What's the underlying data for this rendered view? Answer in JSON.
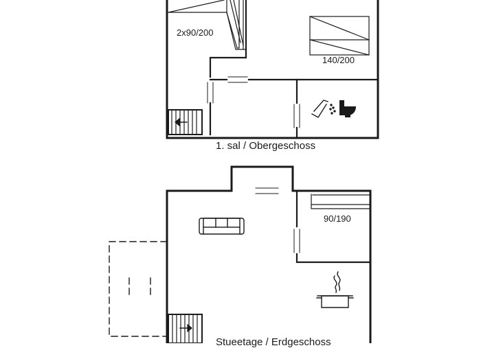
{
  "floors": {
    "upper": {
      "caption": "1. sal / Obergeschoss",
      "rooms": {
        "bedroom_left": {
          "bed_label": "2x90/200"
        },
        "bedroom_right": {
          "bed_label": "140/200"
        }
      },
      "bathroom_icons": [
        "shower-icon",
        "toilet-icon"
      ],
      "stairs_icon": "stairs-icon"
    },
    "ground": {
      "caption": "Stueetage / Erdgeschoss",
      "rooms": {
        "bedroom": {
          "bed_label": "90/190"
        }
      },
      "living_icons": [
        "sofa-icon"
      ],
      "kitchen_icons": [
        "cooking-pot-icon"
      ],
      "stairs_icon": "stairs-icon"
    }
  },
  "colors": {
    "wall": "#1a1a1a",
    "background": "#ffffff"
  }
}
